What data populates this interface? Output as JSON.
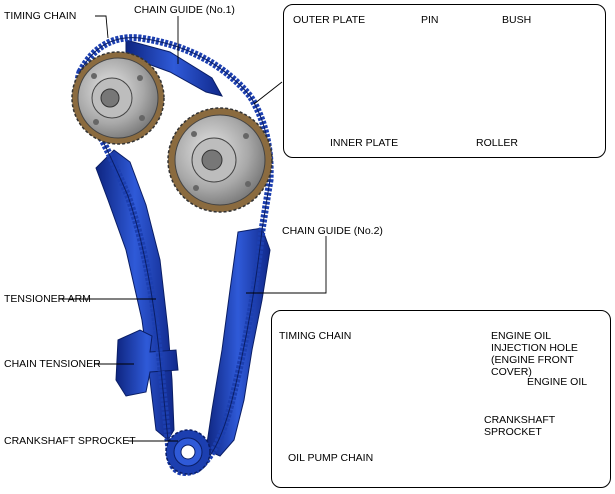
{
  "main_labels": {
    "timing_chain": "TIMING CHAIN",
    "chain_guide_no1": "CHAIN GUIDE (No.1)",
    "chain_guide_no2": "CHAIN GUIDE (No.2)",
    "tensioner_arm": "TENSIONER ARM",
    "chain_tensioner": "CHAIN TENSIONER",
    "crankshaft_sprocket": "CRANKSHAFT SPROCKET"
  },
  "chain_detail": {
    "outer_plate": "OUTER PLATE",
    "pin": "PIN",
    "bush": "BUSH",
    "inner_plate": "INNER PLATE",
    "roller": "ROLLER"
  },
  "oil_detail": {
    "timing_chain": "TIMING CHAIN",
    "oil_injection_hole": "ENGINE OIL INJECTION HOLE (ENGINE FRONT COVER)",
    "engine_oil": "ENGINE OIL",
    "crankshaft_sprocket": "CRANKSHAFT SPROCKET",
    "oil_pump_chain": "OIL PUMP CHAIN"
  },
  "colors": {
    "part_blue": "#1c3fb0",
    "part_blue_dark": "#0e2580",
    "sprocket_gray": "#9a9a9a",
    "line": "#000000"
  }
}
